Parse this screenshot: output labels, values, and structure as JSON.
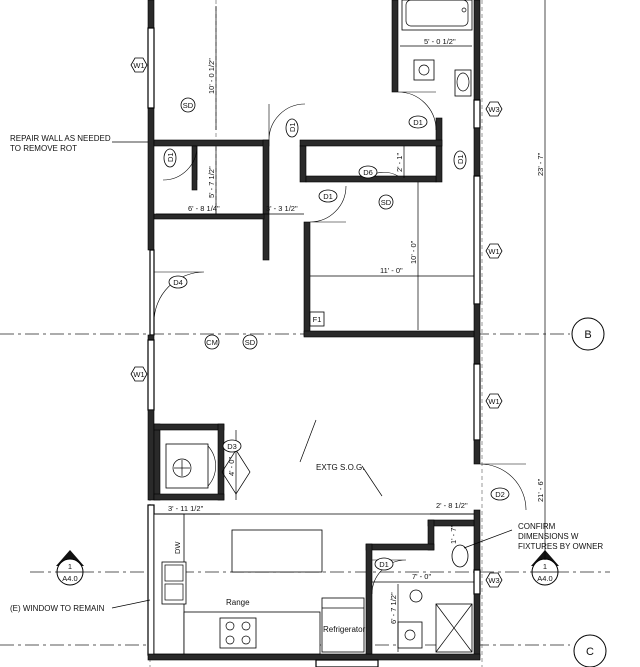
{
  "notes": {
    "repair_wall": [
      "REPAIR WALL AS NEEDED",
      "TO REMOVE ROT"
    ],
    "confirm_dims": [
      "CONFIRM",
      "DIMENSIONS W",
      "FIXTURES BY OWNER"
    ],
    "existing_sog": "EXTG S.O.G.",
    "window_remain": "(E) WINDOW TO REMAIN"
  },
  "dimensions": {
    "d_5_0_5": "5' - 0 1/2\"",
    "d_10_0_5": "10' - 0 1/2\"",
    "d_5_7_5": "5' - 7 1/2\"",
    "d_6_8_25": "6' - 8 1/4\"",
    "d_3_3_5": "3' - 3 1/2\"",
    "d_2_1": "2' - 1\"",
    "d_10_0": "10' - 0\"",
    "d_11_0": "11' - 0\"",
    "d_23_7": "23' - 7\"",
    "d_21_6": "21' - 6\"",
    "d_4_0": "4' - 0\"",
    "d_3_11_5": "3' - 11 1/2\"",
    "d_2_8_5": "2' - 8 1/2\"",
    "d_1_7": "1' - 7\"",
    "d_7_0": "7' - 0\"",
    "d_6_7_5": "6' - 7 1/2\""
  },
  "tags": {
    "w1": "W1",
    "w3": "W3",
    "sd": "SD",
    "cm": "CM",
    "d1": "D1",
    "d2": "D2",
    "d3": "D3",
    "d4": "D4",
    "d6": "D6",
    "f1": "F1"
  },
  "grid": {
    "b": "B",
    "c": "C"
  },
  "section": {
    "num": "1",
    "sheet": "A4.0"
  },
  "labels": {
    "dw": "DW",
    "range": "Range",
    "refrigerator": "Refrigerator"
  }
}
